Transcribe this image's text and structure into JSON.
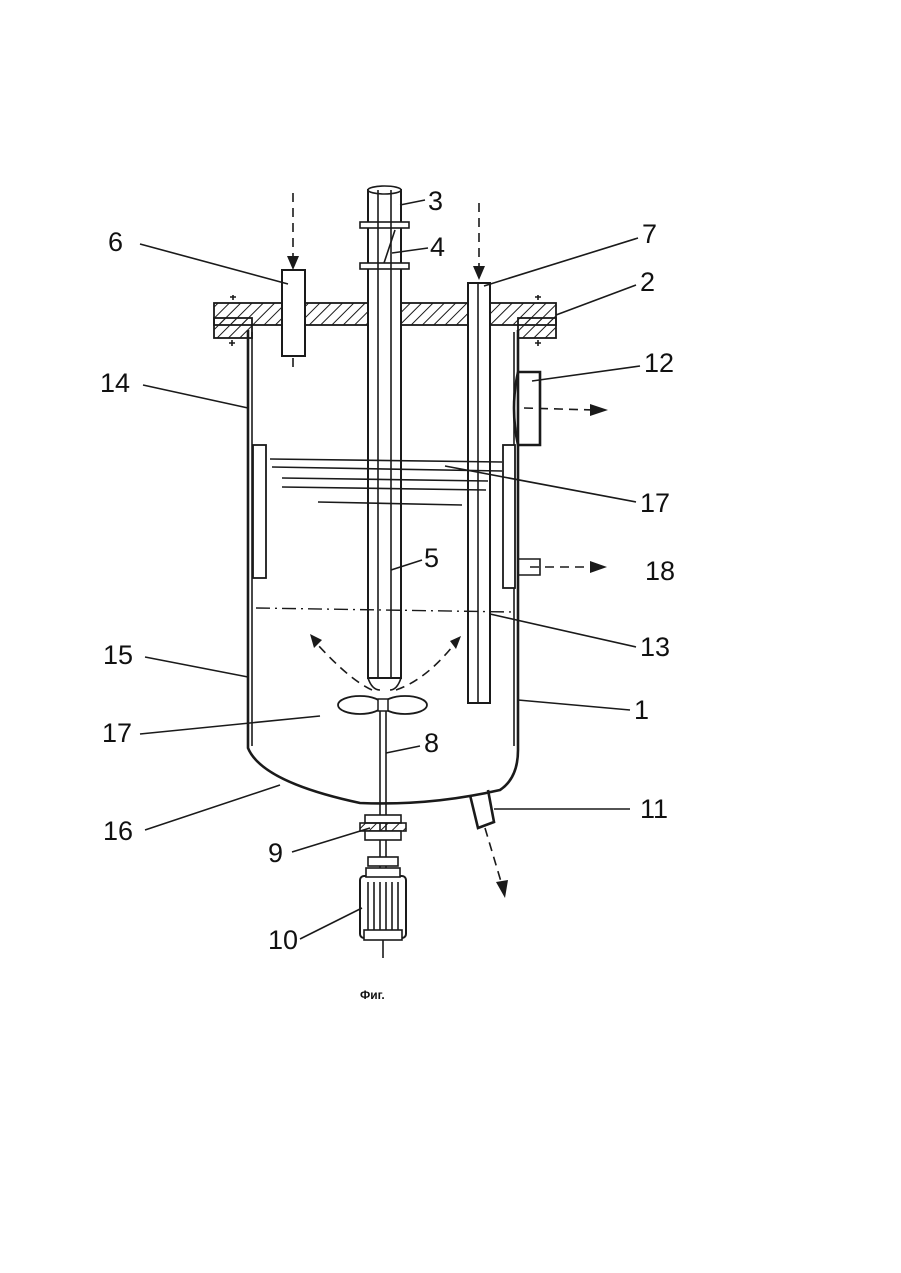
{
  "figure": {
    "caption": "Фиг.",
    "labels": [
      {
        "id": "3",
        "text": "3"
      },
      {
        "id": "4",
        "text": "4"
      },
      {
        "id": "6",
        "text": "6"
      },
      {
        "id": "7",
        "text": "7"
      },
      {
        "id": "2",
        "text": "2"
      },
      {
        "id": "12",
        "text": "12"
      },
      {
        "id": "14",
        "text": "14"
      },
      {
        "id": "17a",
        "text": "17"
      },
      {
        "id": "5",
        "text": "5"
      },
      {
        "id": "18",
        "text": "18"
      },
      {
        "id": "13",
        "text": "13"
      },
      {
        "id": "15",
        "text": "15"
      },
      {
        "id": "1",
        "text": "1"
      },
      {
        "id": "17b",
        "text": "17"
      },
      {
        "id": "8",
        "text": "8"
      },
      {
        "id": "11",
        "text": "11"
      },
      {
        "id": "16",
        "text": "16"
      },
      {
        "id": "9",
        "text": "9"
      },
      {
        "id": "10",
        "text": "10"
      }
    ]
  }
}
